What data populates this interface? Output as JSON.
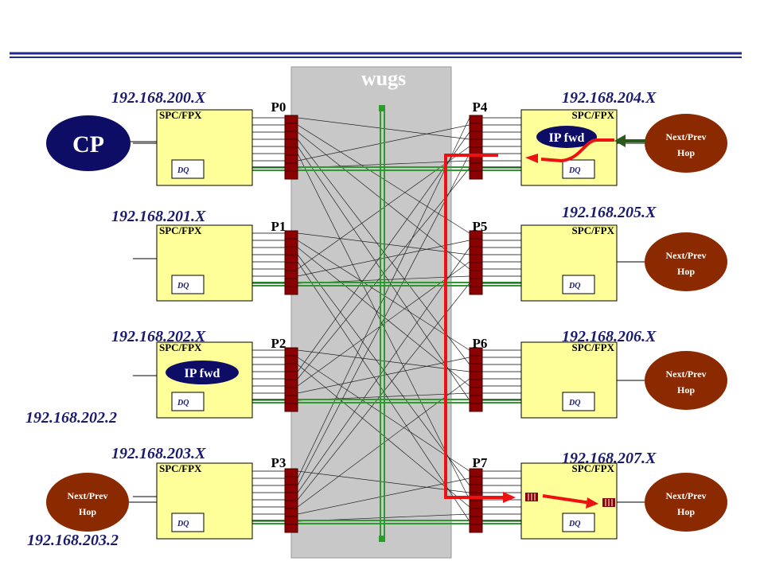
{
  "title": "wugs",
  "cp_label": "CP",
  "ip_fwd_label": "IP fwd",
  "spc_label": "SPC/FPX",
  "dq_label": "DQ",
  "hop_line1": "Next/Prev",
  "hop_line2": "Hop",
  "ports": [
    "P0",
    "P1",
    "P2",
    "P3",
    "P4",
    "P5",
    "P6",
    "P7"
  ],
  "subnets": [
    "192.168.200.X",
    "192.168.201.X",
    "192.168.202.X",
    "192.168.203.X",
    "192.168.204.X",
    "192.168.205.X",
    "192.168.206.X",
    "192.168.207.X"
  ],
  "host_addresses": [
    "192.168.202.2",
    "192.168.203.2"
  ],
  "colors": {
    "rule": "#1f2a8a",
    "switch_bg": "#c8c8c8",
    "card_bg": "#ffff99",
    "port_red": "#8b0000",
    "hop_brown": "#8b2a00",
    "cp_navy": "#0d0d66",
    "path_red": "#ee1111",
    "bus_green": "#2e9a2e",
    "arrow_green": "#2a5a1a"
  }
}
